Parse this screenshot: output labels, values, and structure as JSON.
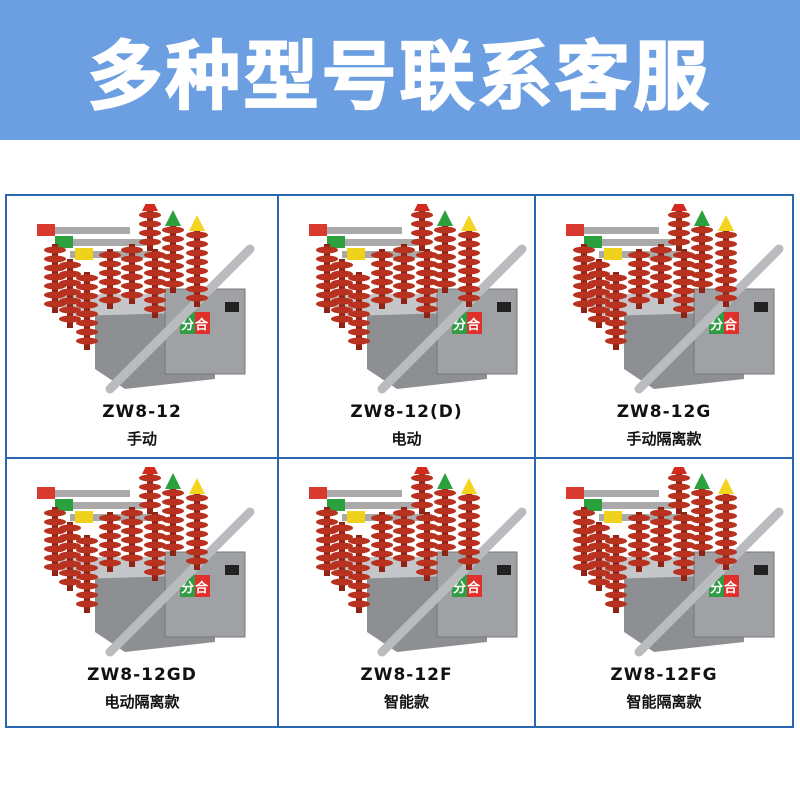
{
  "banner": {
    "title": "多种型号联系客服"
  },
  "products": [
    {
      "model": "ZW8-12",
      "type": "手动"
    },
    {
      "model": "ZW8-12(D)",
      "type": "电动"
    },
    {
      "model": "ZW8-12G",
      "type": "手动隔离款"
    },
    {
      "model": "ZW8-12GD",
      "type": "电动隔离款"
    },
    {
      "model": "ZW8-12F",
      "type": "智能款"
    },
    {
      "model": "ZW8-12FG",
      "type": "智能隔离款"
    }
  ],
  "panel_label": {
    "open": "分",
    "close": "合"
  },
  "colors": {
    "banner": "#6c9fe2",
    "border": "#2a67b0",
    "insulator": "#b8321f"
  }
}
